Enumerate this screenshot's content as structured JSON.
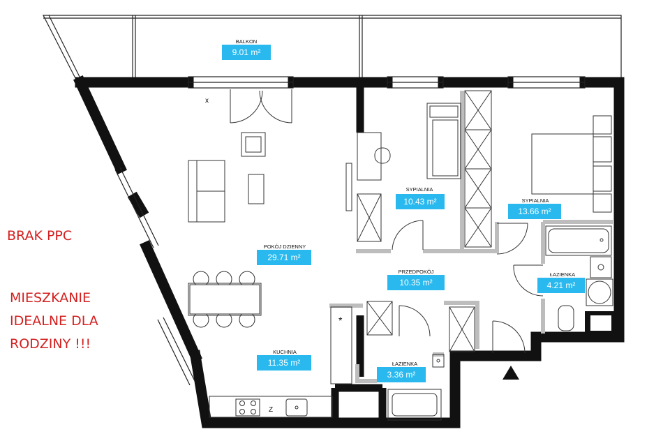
{
  "rooms": [
    {
      "key": "balkon",
      "name": "BALKON",
      "area": "9.01 m²"
    },
    {
      "key": "sypialnia1",
      "name": "SYPIALNIA",
      "area": "10.43 m²"
    },
    {
      "key": "sypialnia2",
      "name": "SYPIALNIA",
      "area": "13.66 m²"
    },
    {
      "key": "pokoj",
      "name": "POKÓJ DZIENNY",
      "area": "29.71 m²"
    },
    {
      "key": "przedpokoj",
      "name": "PRZEDPOKÓJ",
      "area": "10.35 m²"
    },
    {
      "key": "lazienka1",
      "name": "ŁAZIENKA",
      "area": "4.21 m²"
    },
    {
      "key": "kuchnia",
      "name": "KUCHNIA",
      "area": "11.35 m²"
    },
    {
      "key": "lazienka2",
      "name": "ŁAZIENKA",
      "area": "3.36 m²"
    }
  ],
  "notes": {
    "line1": "BRAK PPC",
    "line2": "MIESZKANIE IDEALNE DLA RODZINY !!!"
  },
  "fixture_marks": {
    "door_cross": "x",
    "fridge": "*",
    "dishwasher": "Z"
  },
  "colors": {
    "wall": "#111111",
    "badge": "#29b9ee",
    "partition": "#bdbdbd",
    "note": "#d42020"
  }
}
